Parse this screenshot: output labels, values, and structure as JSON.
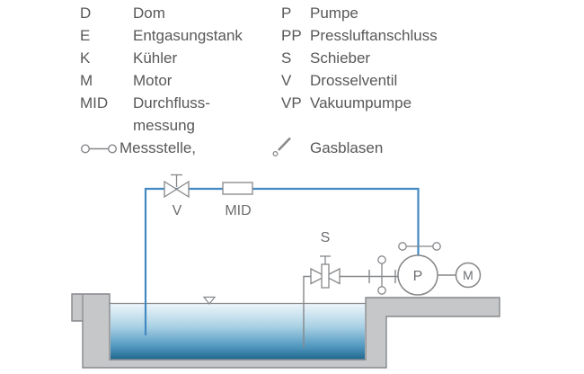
{
  "colors": {
    "pipe_blue": "#4289c2",
    "line_gray": "#85878a",
    "concrete_fill": "#c6c7c9",
    "legend_text": "#58585a",
    "label_text": "#6d6e71",
    "water_top": "#eef6fb",
    "water_mid": "#a9d0e4",
    "water_deep": "#4f97bf",
    "water_bottom": "#21688f"
  },
  "legend": {
    "rows": [
      {
        "abbr": "D",
        "term": "Dom",
        "abbr2": "P",
        "term2": "Pumpe"
      },
      {
        "abbr": "E",
        "term": "Entgasungstank",
        "abbr2": "PP",
        "term2": "Pressluftanschluss"
      },
      {
        "abbr": "K",
        "term": "Kühler",
        "abbr2": "S",
        "term2": "Schieber"
      },
      {
        "abbr": "M",
        "term": "Motor",
        "abbr2": "V",
        "term2": "Drosselventil"
      },
      {
        "abbr": "MID",
        "term": "Durchfluss-",
        "abbr2": "VP",
        "term2": "Vakuumpumpe"
      },
      {
        "abbr": "",
        "term": "messung",
        "abbr2": "",
        "term2": ""
      }
    ],
    "symbol_row": {
      "messstelle_icon": "measuring-point-icon",
      "messstelle_label": "Messstelle,",
      "gasblasen_icon": "gas-bubble-icon",
      "gasblasen_label": "Gasblasen"
    }
  },
  "diagram": {
    "labels": {
      "drossel_valve": "V",
      "flow_meter": "MID",
      "gate_valve": "S",
      "pump": "P",
      "motor": "M"
    }
  }
}
